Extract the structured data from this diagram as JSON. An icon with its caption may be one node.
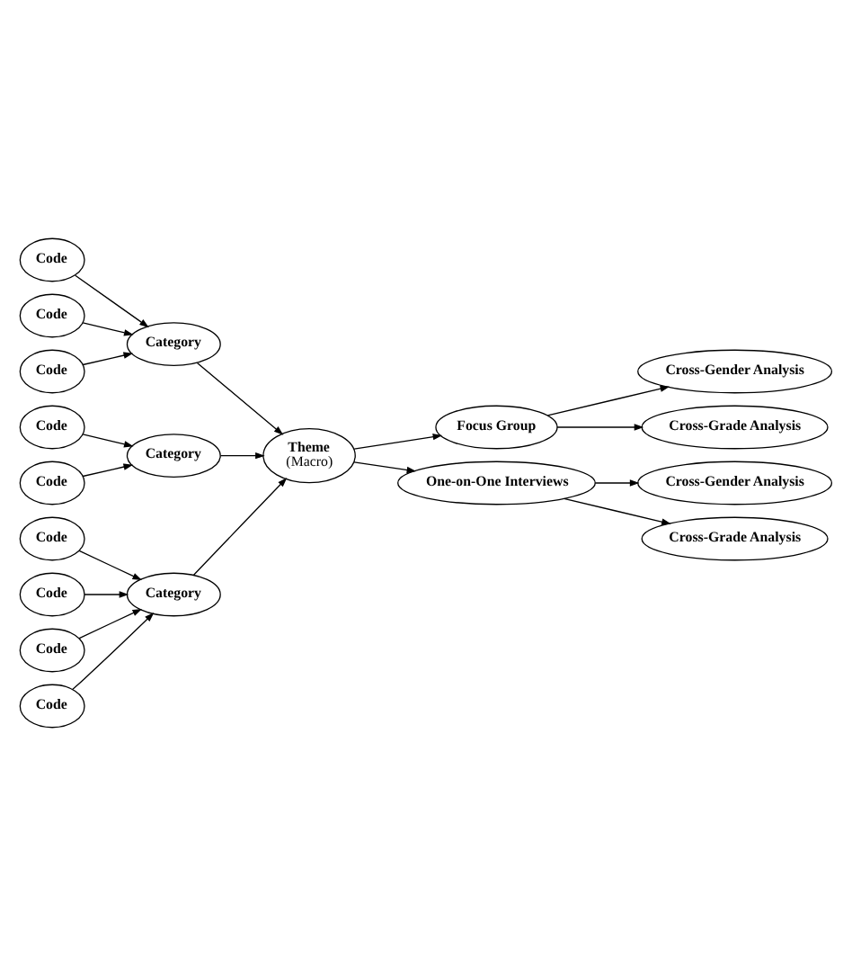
{
  "diagram": {
    "nodes": [
      {
        "text": [
          "Code"
        ]
      },
      {
        "text": [
          "Code"
        ]
      },
      {
        "text": [
          "Code"
        ]
      },
      {
        "text": [
          "Category"
        ]
      },
      {
        "text": [
          "Code"
        ]
      },
      {
        "text": [
          "Code"
        ]
      },
      {
        "text": [
          "Category"
        ]
      },
      {
        "text": [
          "Code"
        ]
      },
      {
        "text": [
          "Code"
        ]
      },
      {
        "text": [
          "Code"
        ]
      },
      {
        "text": [
          "Code"
        ]
      },
      {
        "text": [
          "Category"
        ]
      },
      {
        "text": [
          "Theme",
          "(Macro)"
        ]
      },
      {
        "text": [
          "Focus Group"
        ]
      },
      {
        "text": [
          "Cross-Gender Analysis"
        ]
      },
      {
        "text": [
          "Cross-Grade Analysis"
        ]
      },
      {
        "text": [
          "One-on-One Interviews"
        ]
      },
      {
        "text": [
          "Cross-Gender Analysis"
        ]
      },
      {
        "text": [
          "Cross-Grade Analysis"
        ]
      }
    ],
    "edges": [
      {
        "from": 0,
        "to": 3,
        "arrow": "to"
      },
      {
        "from": 1,
        "to": 3,
        "arrow": "to"
      },
      {
        "from": 2,
        "to": 3,
        "arrow": "to"
      },
      {
        "from": 4,
        "to": 6,
        "arrow": "to"
      },
      {
        "from": 5,
        "to": 6,
        "arrow": "to"
      },
      {
        "from": 7,
        "to": 11,
        "arrow": "to"
      },
      {
        "from": 8,
        "to": 11,
        "arrow": "to"
      },
      {
        "from": 9,
        "to": 11,
        "arrow": "to"
      },
      {
        "from": 10,
        "to": 11,
        "arrow": "to"
      },
      {
        "from": 3,
        "to": 12,
        "arrow": "to"
      },
      {
        "from": 6,
        "to": 12,
        "arrow": "to"
      },
      {
        "from": 11,
        "to": 12,
        "arrow": "to"
      },
      {
        "from": 12,
        "to": 13,
        "arrow": "to"
      },
      {
        "from": 13,
        "to": 14,
        "arrow": "to"
      },
      {
        "from": 13,
        "to": 15,
        "arrow": "to"
      },
      {
        "from": 12,
        "to": 16,
        "arrow": "to"
      },
      {
        "from": 16,
        "to": 17,
        "arrow": "to"
      },
      {
        "from": 16,
        "to": 18,
        "arrow": "to"
      }
    ]
  }
}
